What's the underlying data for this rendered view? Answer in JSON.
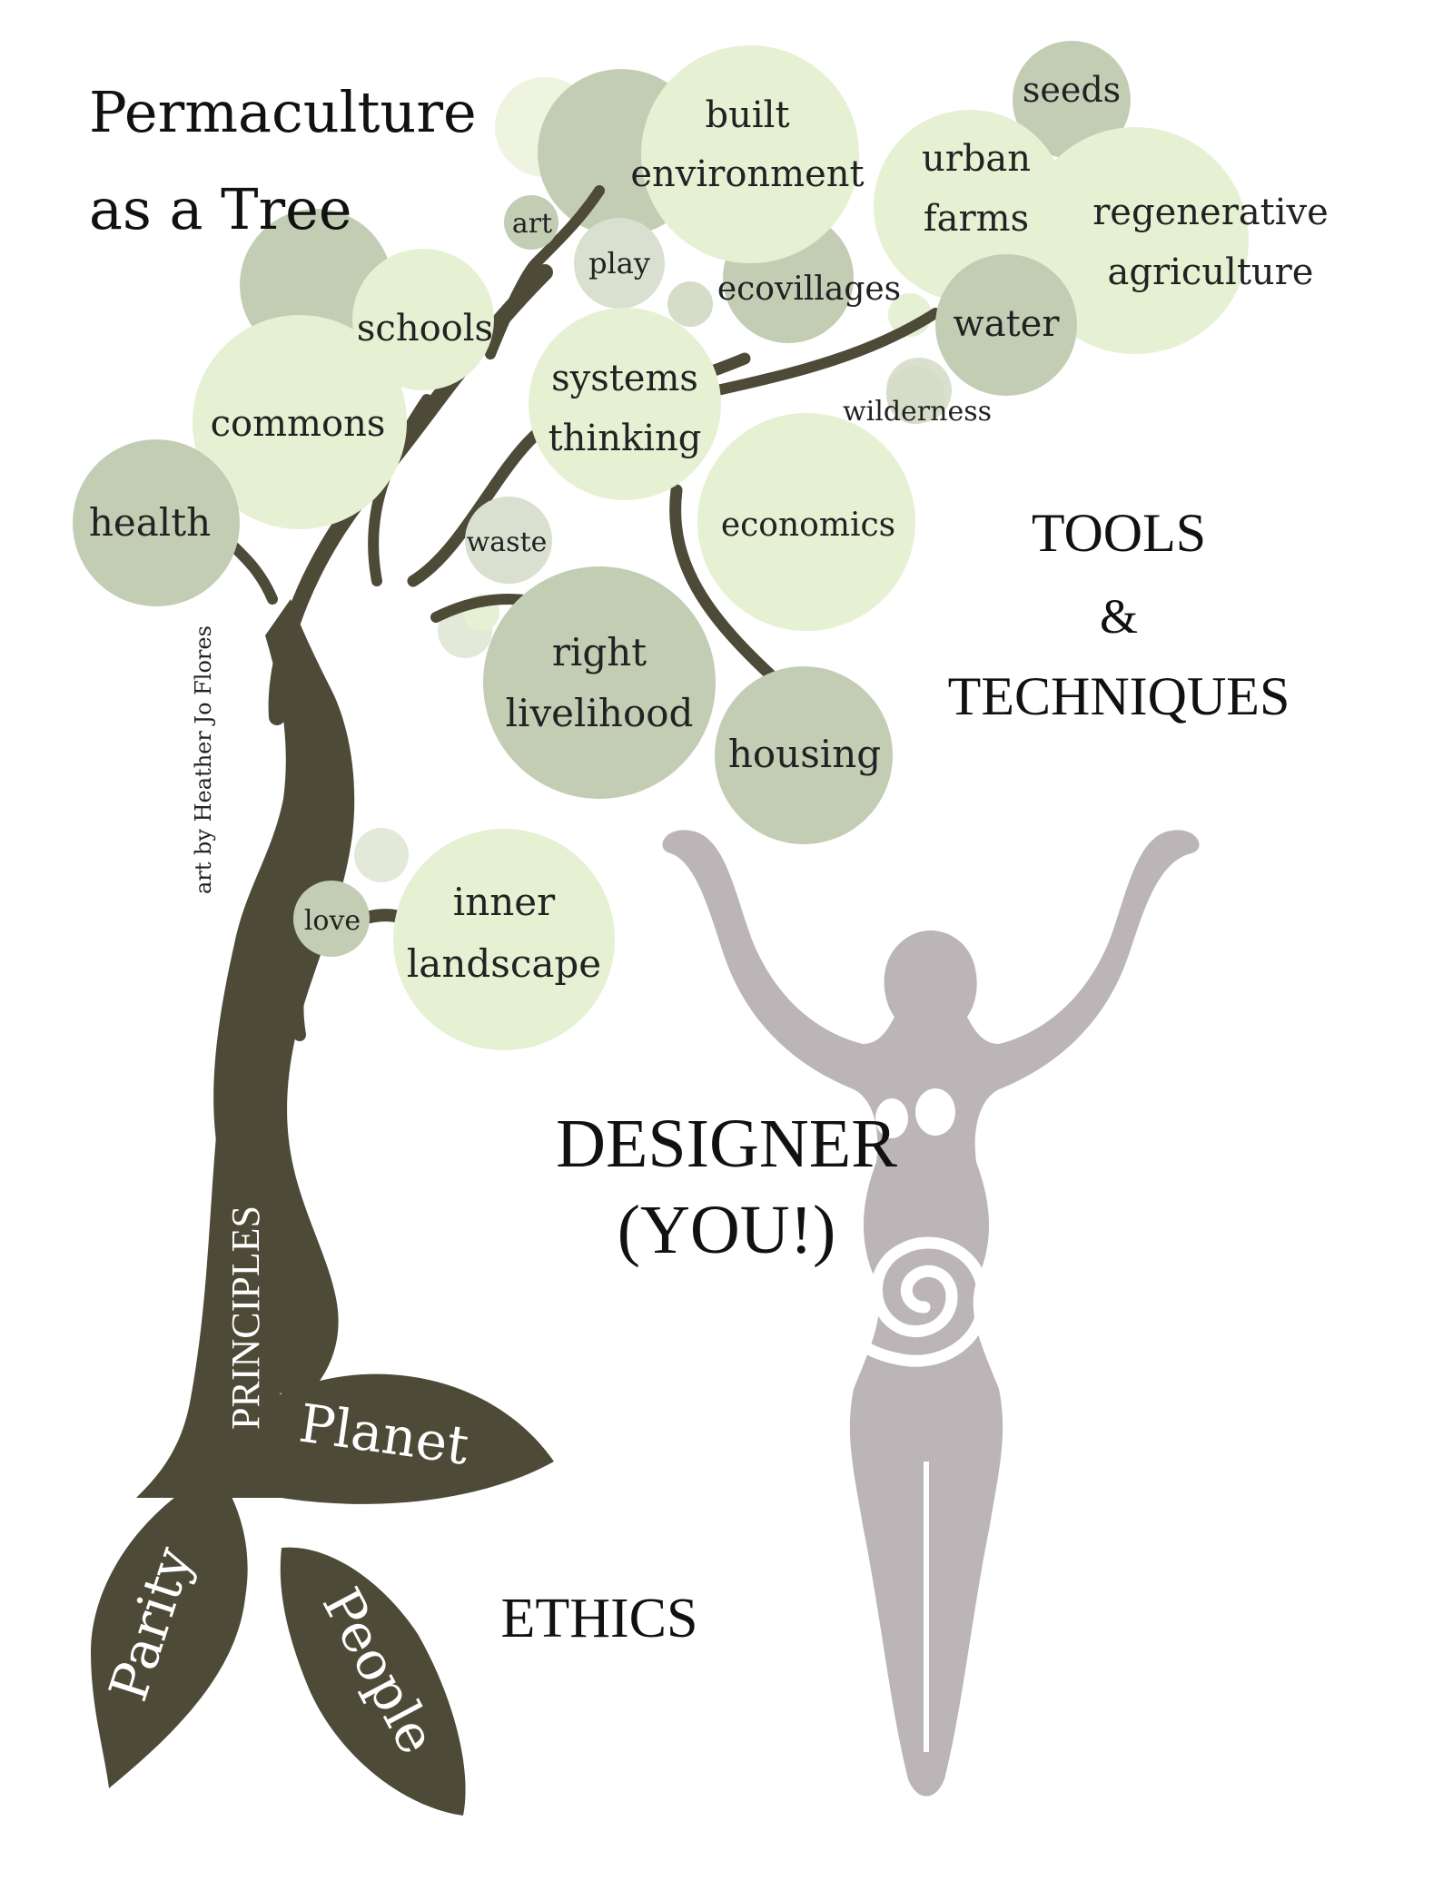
{
  "title": {
    "line1": "Permaculture",
    "line2": "as a Tree"
  },
  "credit": "art by Heather Jo Flores",
  "headings": {
    "tools_line1": "TOOLS",
    "tools_line2": "&",
    "tools_line3": "TECHNIQUES",
    "designer_line1": "DESIGNER",
    "designer_line2": "(YOU!)",
    "ethics": "ETHICS",
    "principles": "PRINCIPLES"
  },
  "ethics_leaves": {
    "planet": "Planet",
    "people": "People",
    "parity": "Parity"
  },
  "bubbles": {
    "seeds": "seeds",
    "built_l1": "built",
    "built_l2": "environment",
    "urban_l1": "urban",
    "urban_l2": "farms",
    "regen_l1": "regenerative",
    "regen_l2": "agriculture",
    "art": "art",
    "play": "play",
    "ecovillages": "ecovillages",
    "water": "water",
    "schools": "schools",
    "systems_l1": "systems",
    "systems_l2": "thinking",
    "wilderness": "wilderness",
    "commons": "commons",
    "health": "health",
    "economics": "economics",
    "waste": "waste",
    "livelihood_l1": "right",
    "livelihood_l2": "livelihood",
    "housing": "housing",
    "love": "love",
    "inner_l1": "inner",
    "inner_l2": "landscape"
  },
  "colors": {
    "trunk": "#4d4a38",
    "light_green": "#e6f0d3",
    "sage_green": "#c3cdb4",
    "goddess": "#bcb5b8"
  }
}
